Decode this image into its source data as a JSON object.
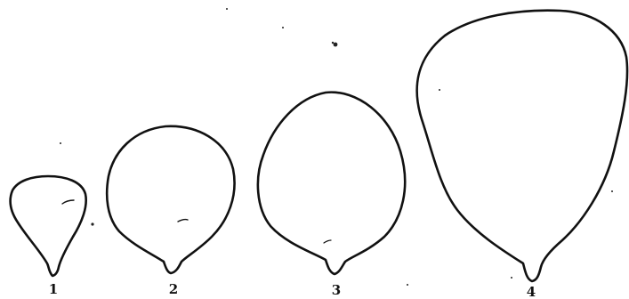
{
  "figures": [
    {
      "label": "1"
    },
    {
      "label": "2"
    },
    {
      "label": "3"
    },
    {
      "label": "4"
    }
  ],
  "colors": {
    "background": "#ffffff",
    "outline": "#111111"
  }
}
